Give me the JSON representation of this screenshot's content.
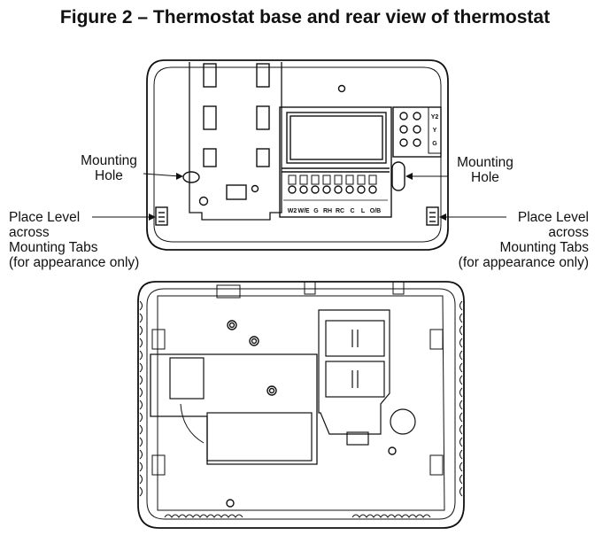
{
  "figure": {
    "title": "Figure 2 – Thermostat base and rear view of thermostat"
  },
  "callouts": {
    "left_mounting_hole": [
      "Mounting",
      "Hole"
    ],
    "right_mounting_hole": [
      "Mounting",
      "Hole"
    ],
    "left_level": [
      "Place Level",
      "across",
      "Mounting Tabs",
      "(for appearance only)"
    ],
    "right_level": [
      "Place Level",
      "across",
      "Mounting Tabs",
      "(for appearance only)"
    ]
  },
  "terminals": {
    "bottom_row": [
      "W2",
      "W/E",
      "G",
      "RH",
      "RC",
      "C",
      "L",
      "O/B"
    ],
    "side_column": [
      "Y2",
      "Y",
      "G"
    ]
  }
}
